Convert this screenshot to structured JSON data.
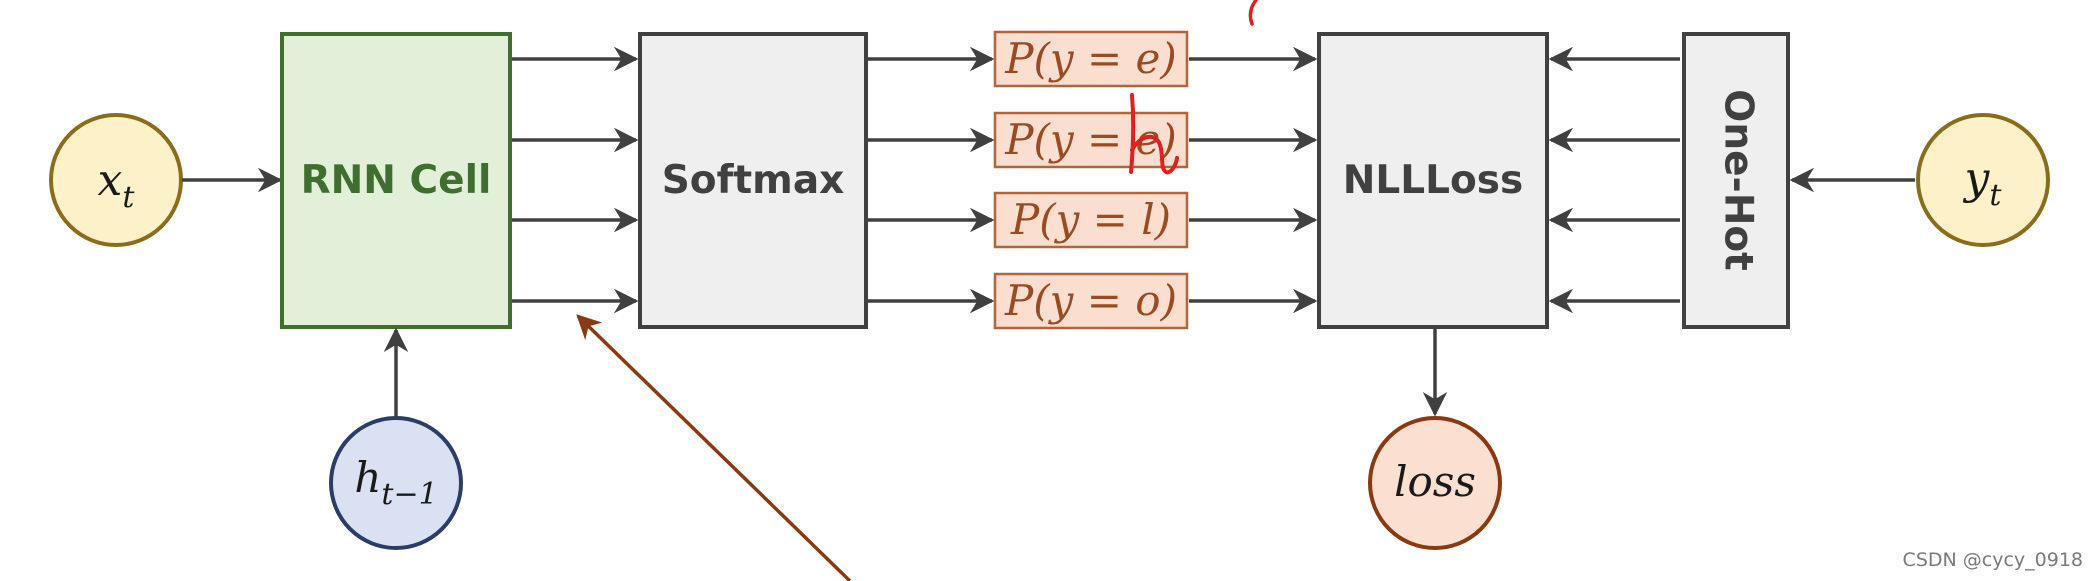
{
  "diagram": {
    "inputs": {
      "x_t": {
        "base": "x",
        "sub": "t"
      },
      "h_prev": {
        "base": "h",
        "sub": "t−1"
      },
      "y_t": {
        "base": "y",
        "sub": "t"
      }
    },
    "boxes": {
      "rnn_cell": "RNN Cell",
      "softmax": "Softmax",
      "nllloss": "NLLLoss",
      "one_hot": "One-Hot"
    },
    "probabilities": [
      {
        "prefix": "P(y = ",
        "var": "e",
        "suffix": ")"
      },
      {
        "prefix": "P(y = ",
        "var": "e",
        "suffix": ")"
      },
      {
        "prefix": "P(y = ",
        "var": "l",
        "suffix": ")"
      },
      {
        "prefix": "P(y = ",
        "var": "o",
        "suffix": ")"
      }
    ],
    "output": "loss",
    "annotation_text": "h"
  },
  "watermark": "CSDN @cycy_0918",
  "colors": {
    "rnn_fill": "#e2efd9",
    "rnn_stroke": "#3f6e2f",
    "rnn_text": "#3f6e2f",
    "gray_fill": "#efefef",
    "gray_stroke": "#404040",
    "gray_text": "#404040",
    "prob_fill": "#fadfd0",
    "prob_stroke": "#b0653a",
    "xy_fill": "#fdf1c9",
    "xy_stroke": "#8a6d1c",
    "h_fill": "#d9e1f3",
    "h_stroke": "#2b3d66",
    "loss_fill": "#fbe0d2",
    "loss_stroke": "#8a3a12",
    "arrow": "#404040",
    "annotation_arrow": "#8a3a12",
    "handwriting": "#e02020"
  }
}
